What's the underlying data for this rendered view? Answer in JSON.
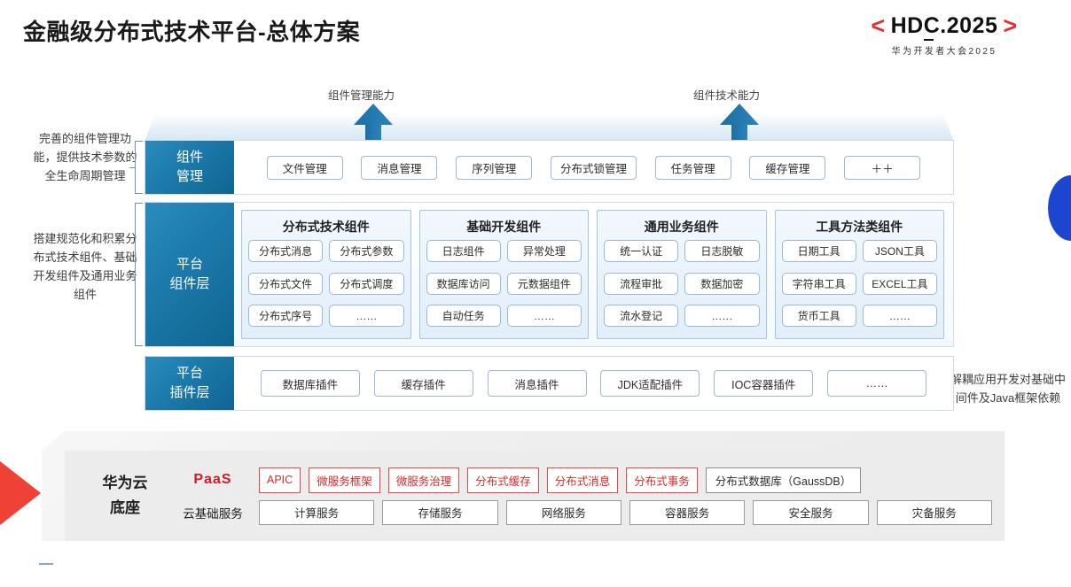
{
  "header": {
    "title": "金融级分布式技术平台-总体方案",
    "logo_bracket_left": "<",
    "logo_bracket_right": ">",
    "logo_main": "HDC.2025",
    "logo_sub": "华为开发者大会2025"
  },
  "arrows": [
    {
      "label": "组件管理能力"
    },
    {
      "label": "组件技术能力"
    }
  ],
  "side_notes": {
    "left_top": "完善的组件管理功能，提供技术参数的全生命周期管理",
    "left_mid": "搭建规范化和积累分布式技术组件、基础开发组件及通用业务组件",
    "right": "解耦应用开发对基础中间件及Java框架依赖"
  },
  "layers": {
    "component_management": {
      "label_line1": "组件",
      "label_line2": "管理",
      "items": [
        "文件管理",
        "消息管理",
        "序列管理",
        "分布式锁管理",
        "任务管理",
        "缓存管理",
        "＋＋"
      ]
    },
    "platform_component": {
      "label_line1": "平台",
      "label_line2": "组件层",
      "groups": [
        {
          "title": "分布式技术组件",
          "items": [
            "分布式消息",
            "分布式参数",
            "分布式文件",
            "分布式调度",
            "分布式序号",
            "……"
          ]
        },
        {
          "title": "基础开发组件",
          "items": [
            "日志组件",
            "异常处理",
            "数据库访问",
            "元数据组件",
            "自动任务",
            "……"
          ]
        },
        {
          "title": "通用业务组件",
          "items": [
            "统一认证",
            "日志脱敏",
            "流程审批",
            "数据加密",
            "流水登记",
            "……"
          ]
        },
        {
          "title": "工具方法类组件",
          "items": [
            "日期工具",
            "JSON工具",
            "字符串工具",
            "EXCEL工具",
            "货币工具",
            "……"
          ]
        }
      ]
    },
    "platform_plugin": {
      "label_line1": "平台",
      "label_line2": "插件层",
      "items": [
        "数据库插件",
        "缓存插件",
        "消息插件",
        "JDK适配插件",
        "IOC容器插件",
        "……"
      ]
    }
  },
  "base": {
    "title_line1": "华为云",
    "title_line2": "底座",
    "paas_label": "PaaS",
    "basic_label": "云基础服务",
    "paas_items": [
      {
        "text": "APIC",
        "style": "red"
      },
      {
        "text": "微服务框架",
        "style": "red"
      },
      {
        "text": "微服务治理",
        "style": "red"
      },
      {
        "text": "分布式缓存",
        "style": "red"
      },
      {
        "text": "分布式消息",
        "style": "red"
      },
      {
        "text": "分布式事务",
        "style": "red"
      },
      {
        "text": "分布式数据库（GaussDB）",
        "style": "gray"
      }
    ],
    "basic_items": [
      "计算服务",
      "存储服务",
      "网络服务",
      "容器服务",
      "安全服务",
      "灾备服务"
    ]
  },
  "colors": {
    "brand_red": "#ef4136",
    "accent_blue": "#1d7bac",
    "decor_blue": "#1c45d0",
    "paas_red": "#cf1b26"
  }
}
